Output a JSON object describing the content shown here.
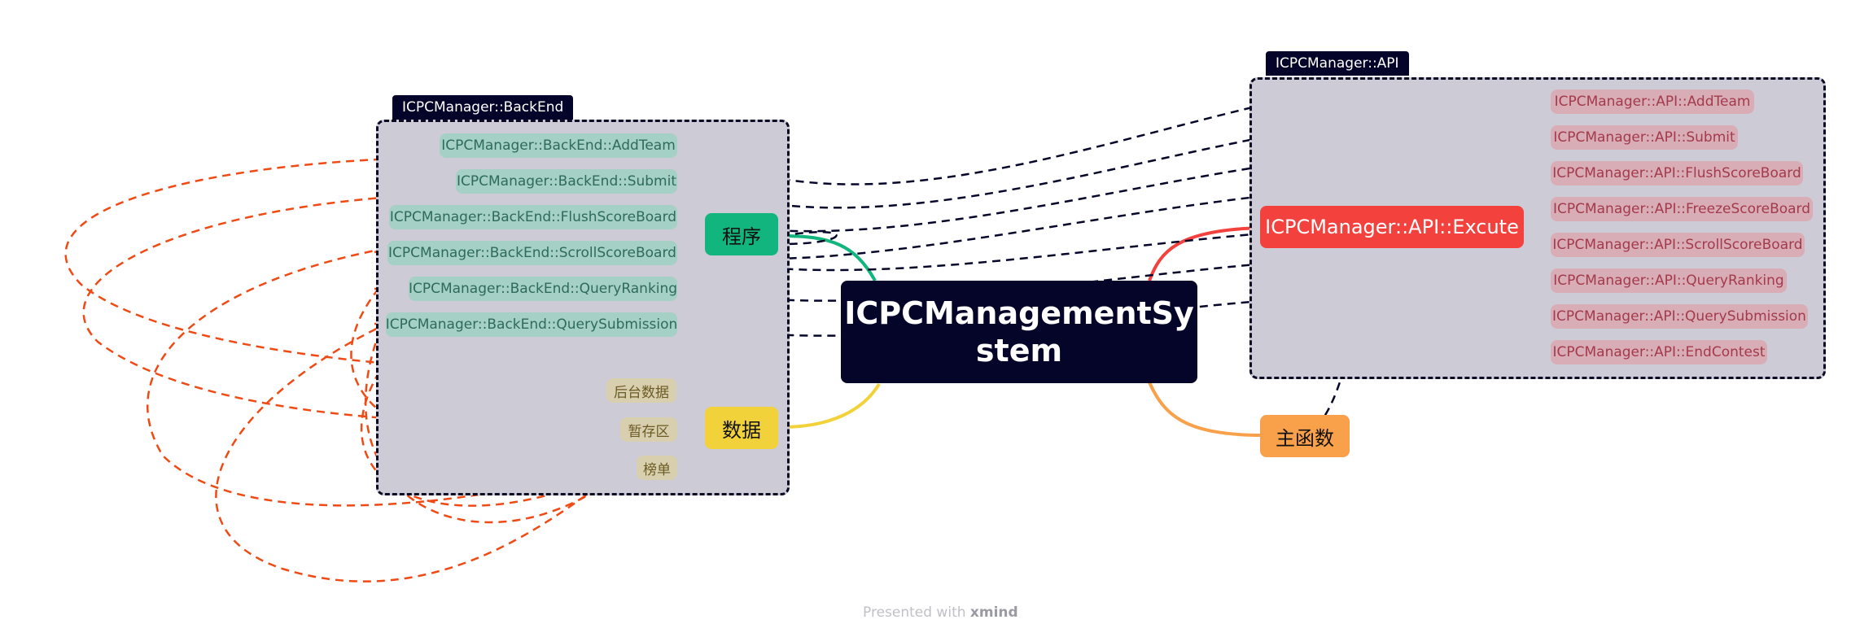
{
  "central": {
    "line1": "ICPCManagementSy",
    "line2": "stem"
  },
  "backend": {
    "title": "ICPCManager::BackEnd",
    "program_label": "程序",
    "data_label": "数据",
    "functions": [
      "ICPCManager::BackEnd::AddTeam",
      "ICPCManager::BackEnd::Submit",
      "ICPCManager::BackEnd::FlushScoreBoard",
      "ICPCManager::BackEnd::ScrollScoreBoard",
      "ICPCManager::BackEnd::QueryRanking",
      "ICPCManager::BackEnd::QuerySubmission"
    ],
    "data_items": [
      "后台数据",
      "暂存区",
      "榜单"
    ]
  },
  "api": {
    "title": "ICPCManager::API",
    "excute_label": "ICPCManager::API::Excute",
    "functions": [
      "ICPCManager::API::AddTeam",
      "ICPCManager::API::Submit",
      "ICPCManager::API::FlushScoreBoard",
      "ICPCManager::API::FreezeScoreBoard",
      "ICPCManager::API::ScrollScoreBoard",
      "ICPCManager::API::QueryRanking",
      "ICPCManager::API::QuerySubmission",
      "ICPCManager::API::EndContest"
    ]
  },
  "main_func": {
    "label": "主函数"
  },
  "footer": {
    "prefix": "Presented with",
    "brand": "xmind"
  },
  "colors": {
    "green": "#12b57e",
    "yellow": "#f1d23a",
    "red": "#f3413e",
    "orange": "#f8a04a",
    "dark": "#05052a",
    "orange_dashed": "#f04a14"
  }
}
